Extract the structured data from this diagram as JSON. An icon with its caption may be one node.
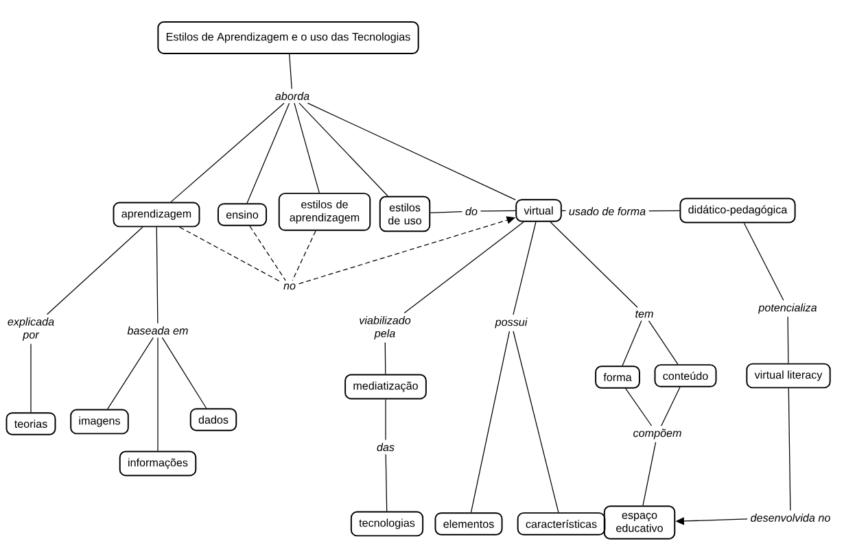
{
  "diagram": {
    "nodes": [
      {
        "text": [
          "Estilos de Aprendizagem e o uso das Tecnologias"
        ]
      },
      {
        "text": [
          "aborda"
        ]
      },
      {
        "text": [
          "aprendizagem"
        ]
      },
      {
        "text": [
          "ensino"
        ]
      },
      {
        "text": [
          "estilos de aprendizagem"
        ]
      },
      {
        "text": [
          "estilos de uso"
        ]
      },
      {
        "text": [
          "do"
        ]
      },
      {
        "text": [
          "virtual"
        ]
      },
      {
        "text": [
          "usado de forma"
        ]
      },
      {
        "text": [
          "didático-pedagógica"
        ]
      },
      {
        "text": [
          "no"
        ]
      },
      {
        "text": [
          "explicada por"
        ]
      },
      {
        "text": [
          "baseada em"
        ]
      },
      {
        "text": [
          "viabilizado pela"
        ]
      },
      {
        "text": [
          "possui"
        ]
      },
      {
        "text": [
          "tem"
        ]
      },
      {
        "text": [
          "potencializa"
        ]
      },
      {
        "text": [
          "teorias"
        ]
      },
      {
        "text": [
          "imagens"
        ]
      },
      {
        "text": [
          "dados"
        ]
      },
      {
        "text": [
          "informações"
        ]
      },
      {
        "text": [
          "mediatização"
        ]
      },
      {
        "text": [
          "das"
        ]
      },
      {
        "text": [
          "forma"
        ]
      },
      {
        "text": [
          "conteúdo"
        ]
      },
      {
        "text": [
          "virtual literacy"
        ]
      },
      {
        "text": [
          "compõem"
        ]
      },
      {
        "text": [
          "tecnologias"
        ]
      },
      {
        "text": [
          "elementos"
        ]
      },
      {
        "text": [
          "características"
        ]
      },
      {
        "text": [
          "espaço educativo"
        ]
      },
      {
        "text": [
          "desenvolvida no"
        ]
      }
    ],
    "edges": [
      {
        "from": 0,
        "to": 1,
        "arrow": "none"
      },
      {
        "from": 1,
        "to": 2,
        "arrow": "none"
      },
      {
        "from": 1,
        "to": 3,
        "arrow": "none"
      },
      {
        "from": 1,
        "to": 4,
        "arrow": "none"
      },
      {
        "from": 1,
        "to": 5,
        "arrow": "none"
      },
      {
        "from": 1,
        "to": 7,
        "arrow": "none"
      },
      {
        "from": 5,
        "to": 6,
        "arrow": "none"
      },
      {
        "from": 6,
        "to": 7,
        "arrow": "none"
      },
      {
        "from": 7,
        "to": 8,
        "arrow": "none"
      },
      {
        "from": 8,
        "to": 9,
        "arrow": "none"
      },
      {
        "from": 2,
        "to": 10,
        "arrow": "none",
        "style": "dashed"
      },
      {
        "from": 3,
        "to": 10,
        "arrow": "none",
        "style": "dashed"
      },
      {
        "from": 4,
        "to": 10,
        "arrow": "none",
        "style": "dashed"
      },
      {
        "from": 10,
        "to": 7,
        "arrow": "to",
        "style": "dashed"
      },
      {
        "from": 2,
        "to": 11,
        "arrow": "none"
      },
      {
        "from": 11,
        "to": 17,
        "arrow": "none"
      },
      {
        "from": 2,
        "to": 12,
        "arrow": "none"
      },
      {
        "from": 12,
        "to": 18,
        "arrow": "none"
      },
      {
        "from": 12,
        "to": 20,
        "arrow": "none"
      },
      {
        "from": 12,
        "to": 19,
        "arrow": "none"
      },
      {
        "from": 7,
        "to": 13,
        "arrow": "none"
      },
      {
        "from": 13,
        "to": 21,
        "arrow": "none"
      },
      {
        "from": 21,
        "to": 22,
        "arrow": "none"
      },
      {
        "from": 22,
        "to": 27,
        "arrow": "none"
      },
      {
        "from": 7,
        "to": 14,
        "arrow": "none"
      },
      {
        "from": 14,
        "to": 28,
        "arrow": "none"
      },
      {
        "from": 14,
        "to": 29,
        "arrow": "none"
      },
      {
        "from": 7,
        "to": 15,
        "arrow": "none"
      },
      {
        "from": 15,
        "to": 23,
        "arrow": "none"
      },
      {
        "from": 15,
        "to": 24,
        "arrow": "none"
      },
      {
        "from": 23,
        "to": 26,
        "arrow": "none"
      },
      {
        "from": 24,
        "to": 26,
        "arrow": "none"
      },
      {
        "from": 26,
        "to": 30,
        "arrow": "none"
      },
      {
        "from": 9,
        "to": 16,
        "arrow": "none"
      },
      {
        "from": 16,
        "to": 25,
        "arrow": "none"
      },
      {
        "from": 25,
        "to": 31,
        "arrow": "none"
      },
      {
        "from": 31,
        "to": 30,
        "arrow": "to"
      }
    ]
  }
}
